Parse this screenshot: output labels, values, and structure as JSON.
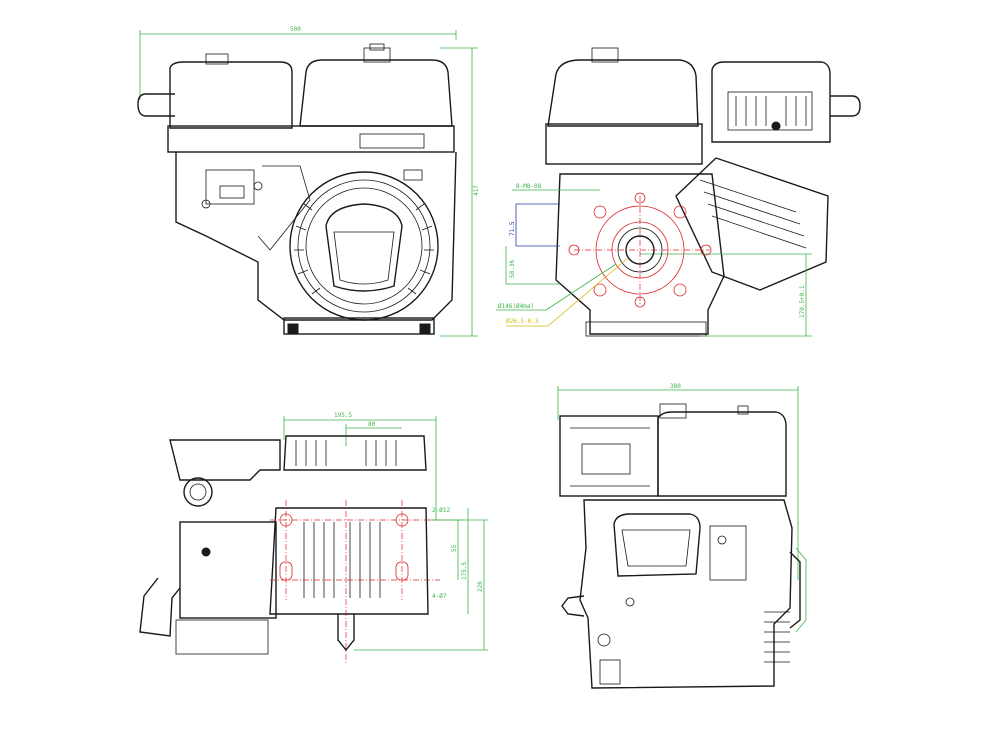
{
  "colors": {
    "outline": "#1a1a1a",
    "dimension": "#3cb54a",
    "centerline": "#e0232a",
    "bolt_circle": "#2b3aa8",
    "shaft_note": "#d6b800",
    "background": "#ffffff"
  },
  "views": {
    "front": {
      "width_dim": "500",
      "height_dim": "417"
    },
    "pto_side": {
      "bolt_note": "8-M8-08",
      "dim_a": "71.5",
      "dim_b": "58.36",
      "bolt_circle_note": "Ø146(Ø4ma)",
      "shaft_note": "Ø26.5-0.3",
      "shaft_height": "170.5+0.1"
    },
    "bottom": {
      "overall_dim": "195.5",
      "inner_dim": "80",
      "hole_note": "2-Ø12",
      "slot_note": "4-Ø7",
      "v1": "55",
      "v2": "175.5",
      "v3": "226"
    },
    "top": {
      "width_dim": "380"
    }
  }
}
